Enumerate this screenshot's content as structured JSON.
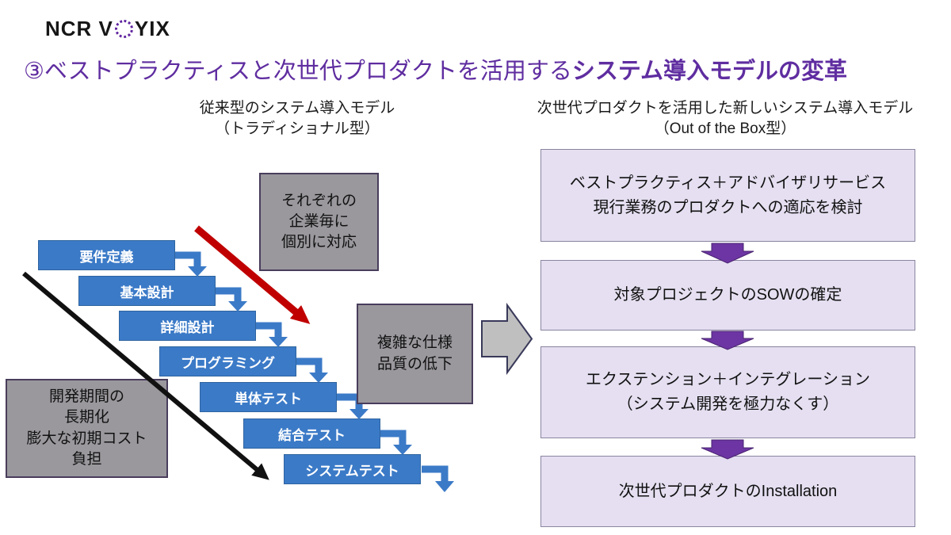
{
  "logo": {
    "text_before_o": "NCR V",
    "text_after_o": "YIX"
  },
  "title": {
    "regular": "③ベストプラクティスと次世代プロダクトを活用する",
    "bold": "システム導入モデルの変革"
  },
  "left": {
    "heading": [
      "従来型のシステム導入モデル",
      "（トラディショナル型）"
    ],
    "steps": [
      "要件定義",
      "基本設計",
      "詳細設計",
      "プログラミング",
      "単体テスト",
      "結合テスト",
      "システムテスト"
    ],
    "callout_individual": [
      "それぞれの",
      "企業毎に",
      "個別に対応"
    ],
    "callout_quality": [
      "複雑な仕様",
      "品質の低下"
    ],
    "callout_cost": [
      "開発期間の",
      "長期化",
      "膨大な初期コスト",
      "負担"
    ]
  },
  "right": {
    "heading": [
      "次世代プロダクトを活用した新しいシステム導入モデル",
      "（Out of the Box型）"
    ],
    "stages": [
      [
        "ベストプラクティス＋アドバイザリサービス",
        "現行業務のプロダクトへの適応を検討"
      ],
      [
        "対象プロジェクトのSOWの確定"
      ],
      [
        "エクステンション＋インテグレーション",
        "（システム開発を極力なくす）"
      ],
      [
        "次世代プロダクトのInstallation"
      ]
    ]
  },
  "colors": {
    "title_purple": "#5F2DA0",
    "step_blue": "#3B7AC7",
    "callout_gray": "#9A989D",
    "stage_lavender": "#E5DFF1",
    "arrow_purple": "#6C35A3",
    "arrow_red": "#C00000",
    "arrow_black": "#111111",
    "transition_gray": "#BFBFBF",
    "logo_dot_purple": "#5F249F"
  }
}
